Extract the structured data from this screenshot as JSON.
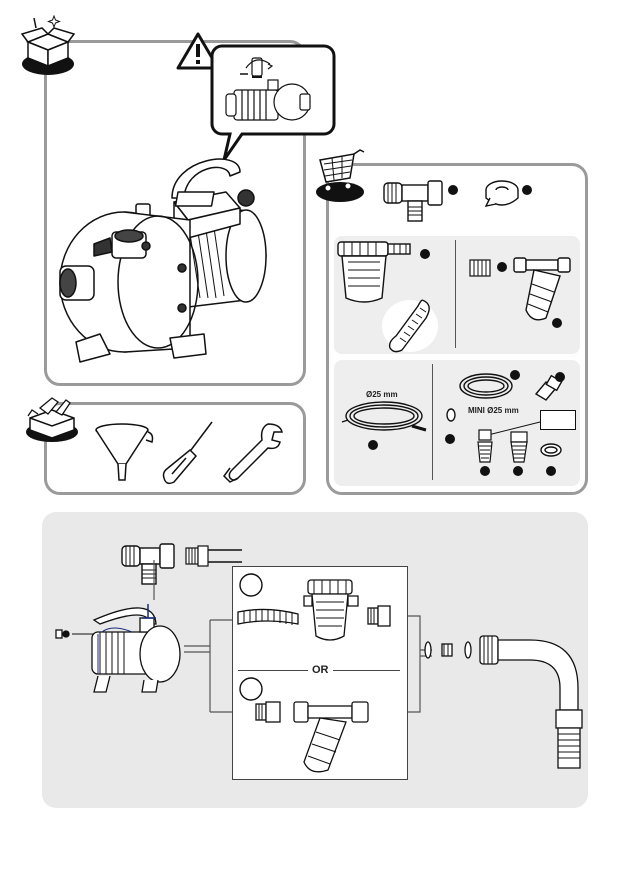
{
  "contents_panel": {
    "icon": "unbox-icon",
    "warning_icon": "warning-triangle-icon"
  },
  "tools_panel": {
    "icon": "toolbox-icon",
    "tools": [
      "funnel-icon",
      "screwdriver-icon",
      "wrench-icon"
    ]
  },
  "accessories_panel": {
    "icon": "shopping-cart-icon",
    "hose_diameter_label": "Ø25 mm",
    "mini_diameter_label": "MINI Ø25 mm"
  },
  "assembly_panel": {
    "or_label": "OR"
  },
  "colors": {
    "frame": "#9a9a9a",
    "panel_bg": "#e9e9e9",
    "badge": "#111111"
  }
}
